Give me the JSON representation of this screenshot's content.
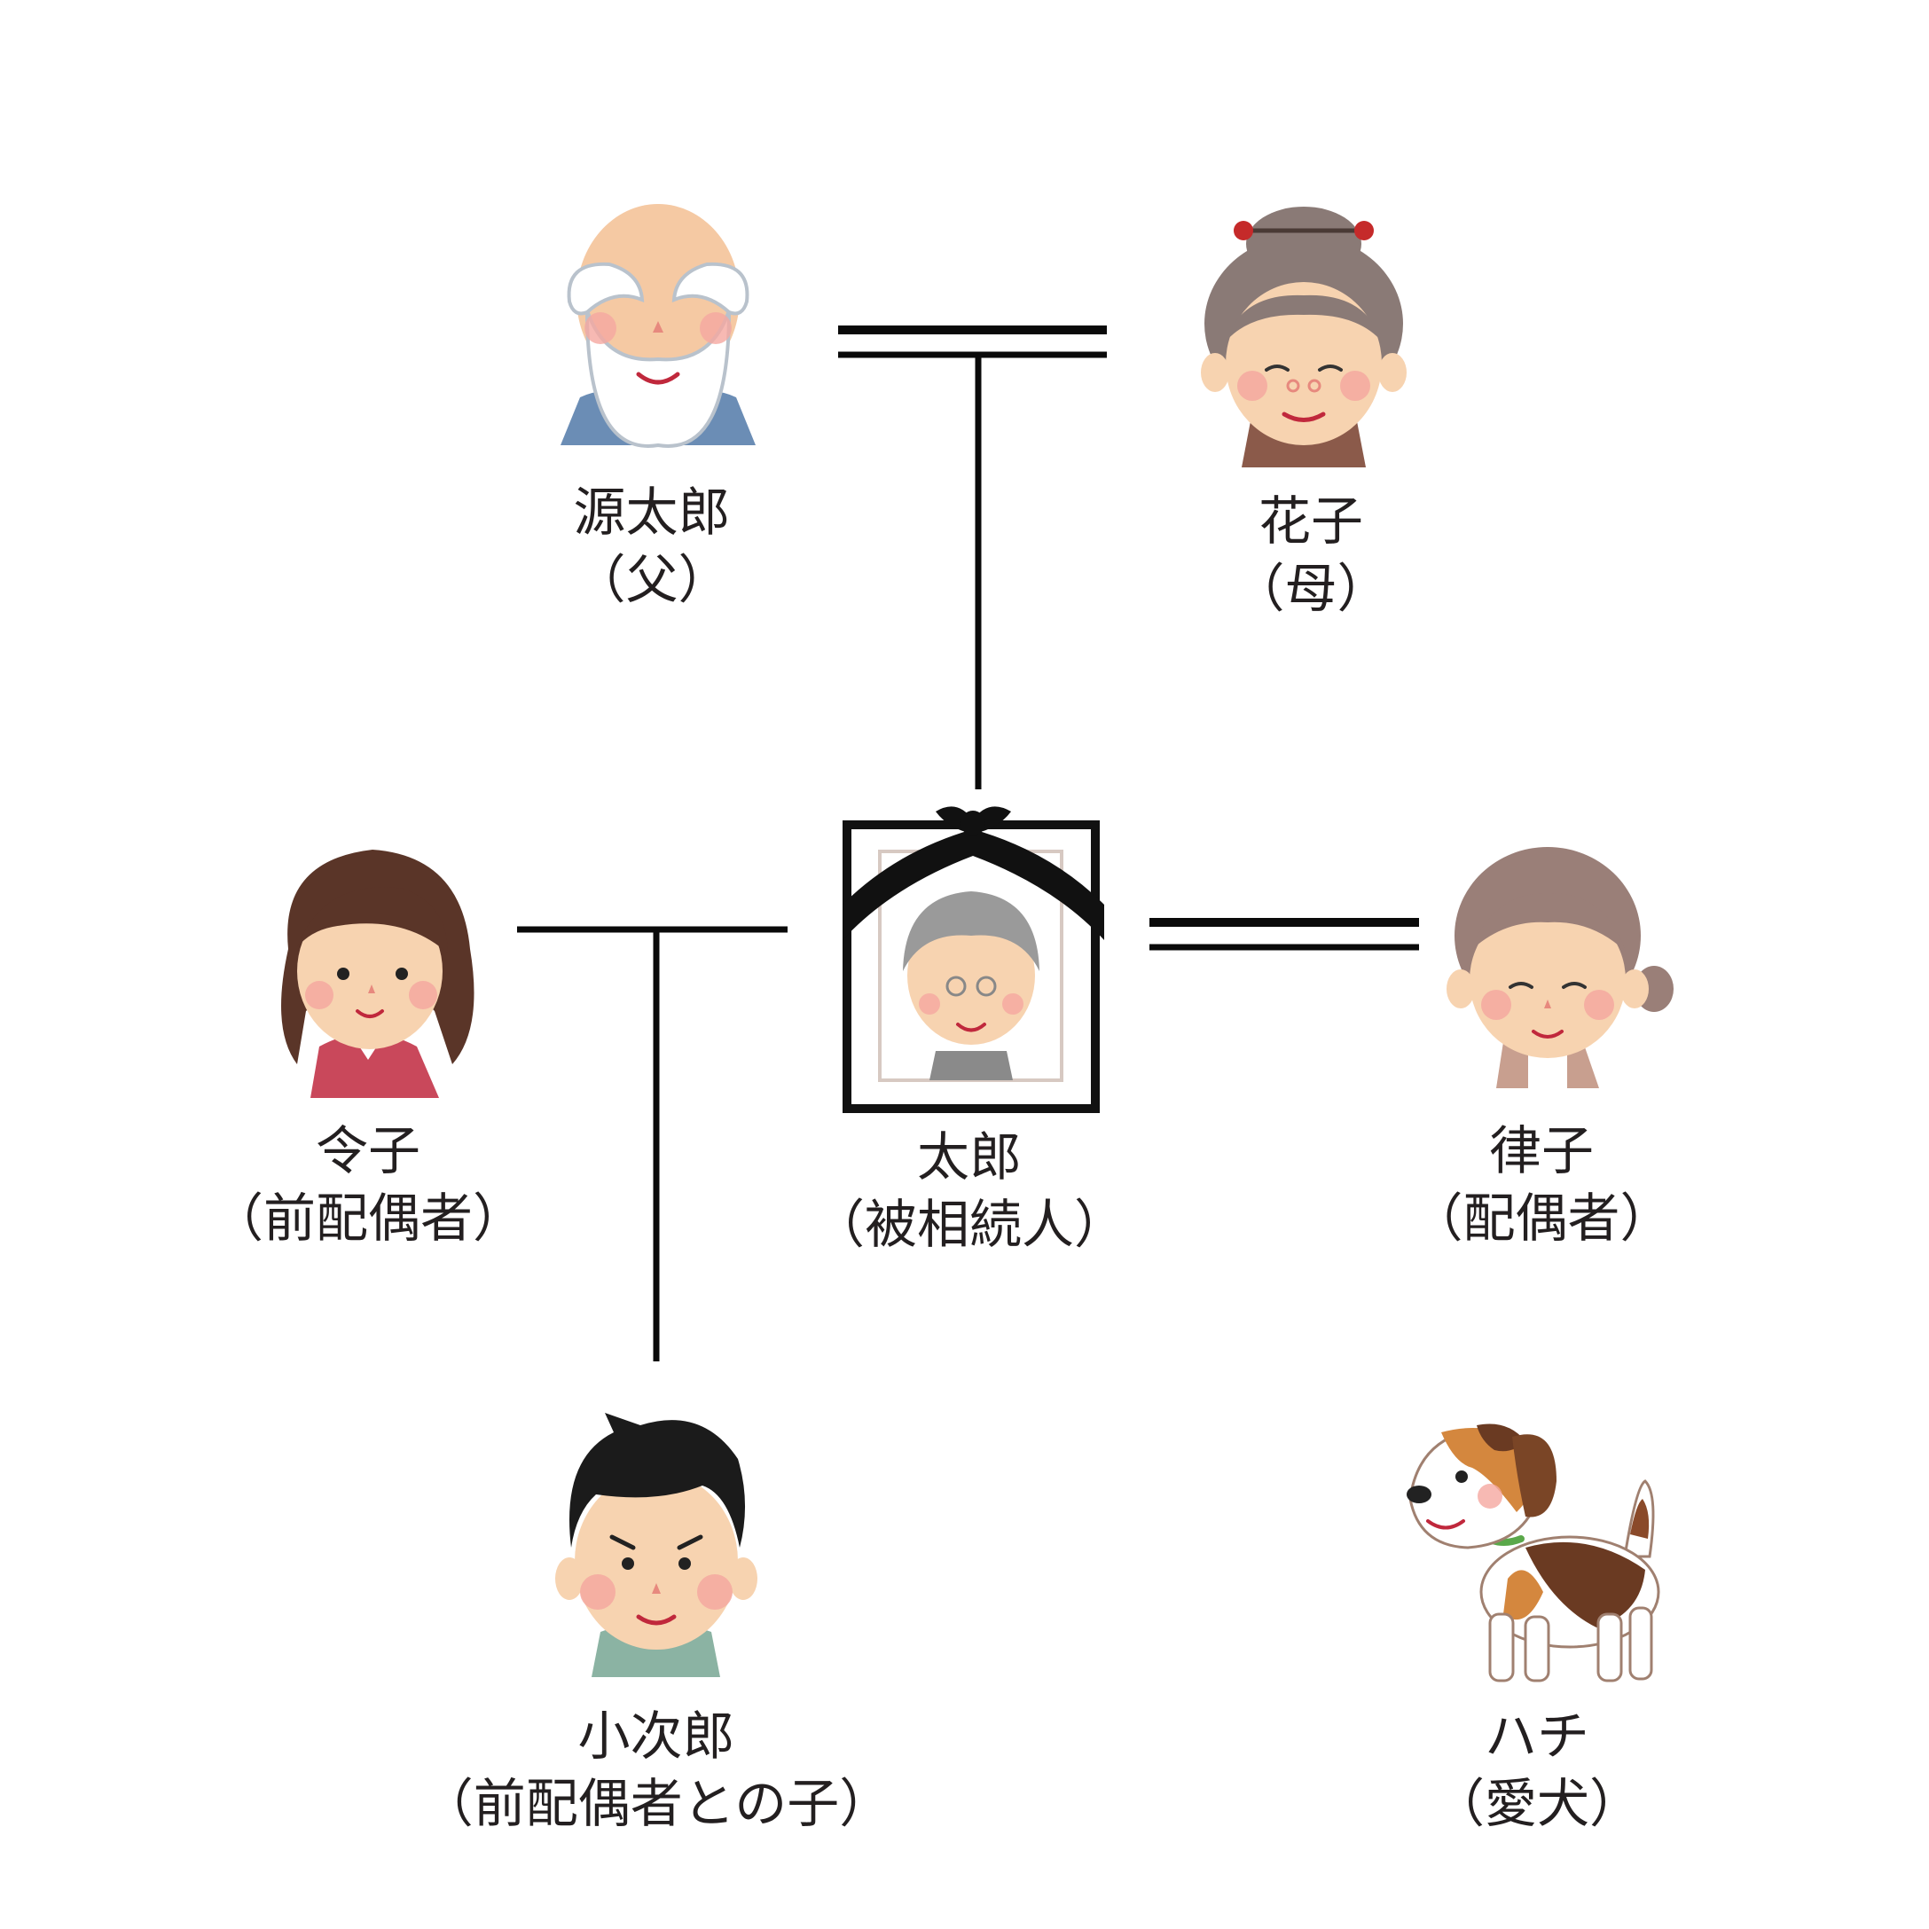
{
  "persons": {
    "father": {
      "name": "源太郎",
      "relation": "（父）"
    },
    "mother": {
      "name": "花子",
      "relation": "（母）"
    },
    "deceased": {
      "name": "太郎",
      "relation": "（被相続人）"
    },
    "ex_spouse": {
      "name": "令子",
      "relation": "（前配偶者）"
    },
    "spouse": {
      "name": "律子",
      "relation": "（配偶者）"
    },
    "child": {
      "name": "小次郎",
      "relation": "（前配偶者との子）"
    },
    "dog": {
      "name": "ハチ",
      "relation": "（愛犬）"
    }
  },
  "icons": {
    "father": "old-man-bald-beard-icon",
    "mother": "old-woman-hair-bun-icon",
    "deceased": "memorial-portrait-frame-icon",
    "ex_spouse": "woman-brown-hair-icon",
    "spouse": "old-woman-gray-hair-icon",
    "child": "young-man-icon",
    "dog": "beagle-dog-icon"
  },
  "colors": {
    "line": "#0a0a0a",
    "text": "#231f20",
    "skin": "#f7d3b0",
    "cheek": "#f5a8a0"
  }
}
